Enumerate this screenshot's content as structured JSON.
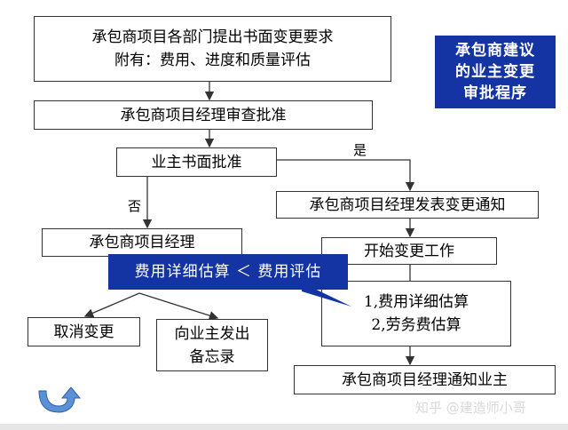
{
  "boxes": {
    "submit": [
      "承包商项目各部门提出书面变更要求",
      "附有：费用、进度和质量评估"
    ],
    "pm_review": "承包商项目经理审查批准",
    "owner_approve": "业主书面批准",
    "pm_issue": "承包商项目经理发表变更通知",
    "pm_no": "承包商项目经理",
    "start_work": "开始变更工作",
    "estimates": [
      "1,费用详细估算",
      "2,劳务费估算"
    ],
    "cancel": "取消变更",
    "memo": [
      "向业主发出",
      "备忘录"
    ],
    "notify_owner": "承包商项目经理通知业主"
  },
  "labels": {
    "yes": "是",
    "no": "否"
  },
  "title_box": [
    "承包商建议",
    "的业主变更",
    "审批程序"
  ],
  "callout": "费用详细估算 ＜ 费用评估",
  "watermark": "知乎 @建造师小哥",
  "colors": {
    "title_bg": "#1434a4",
    "callout_bg": "#1434a4",
    "text_on_blue": "#ffffff",
    "nav_arrow": "#5b8fd6"
  },
  "icons": {
    "nav": "return-arrow-icon"
  }
}
